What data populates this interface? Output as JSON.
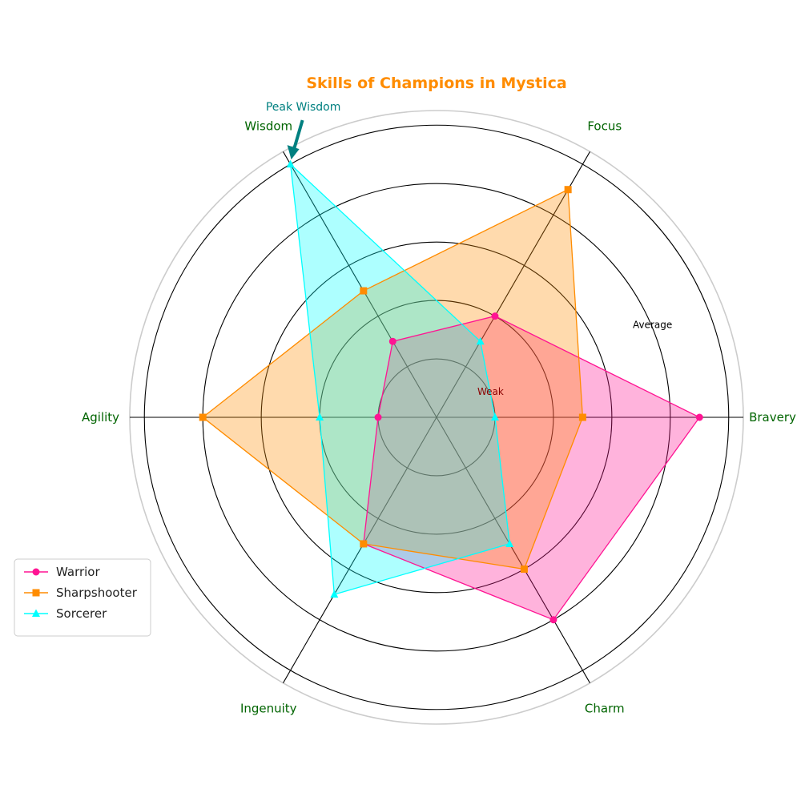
{
  "chart_data": {
    "type": "radar",
    "title": "Skills of Champions in Mystica",
    "axes": [
      "Bravery",
      "Focus",
      "Wisdom",
      "Agility",
      "Ingenuity",
      "Charm"
    ],
    "rlim": [
      0,
      10.5
    ],
    "rticks": [
      2,
      4,
      6,
      8,
      10
    ],
    "ring_labels": [
      {
        "r": 2,
        "label": "Weak"
      },
      {
        "r": 8,
        "label": "Average"
      }
    ],
    "series": [
      {
        "name": "Warrior",
        "marker": "circle",
        "color": "#ff1493",
        "values": [
          9,
          4,
          3,
          2,
          5,
          8
        ]
      },
      {
        "name": "Sharpshooter",
        "marker": "square",
        "color": "#ff8c00",
        "values": [
          5,
          9,
          5,
          8,
          5,
          6
        ]
      },
      {
        "name": "Sorcerer",
        "marker": "triangle",
        "color": "#00ffff",
        "values": [
          2,
          3,
          10,
          4,
          7,
          5
        ]
      }
    ],
    "annotation": {
      "text": "Peak Wisdom",
      "axis": "Wisdom",
      "value": 10,
      "color": "#008080"
    },
    "legend_position": "lower-left",
    "grid": true
  },
  "colors": {
    "title": "#ff8c00",
    "axis_labels": "#006400",
    "ring_label_inner": "#8b0000",
    "ring_label_outer": "#000000"
  }
}
